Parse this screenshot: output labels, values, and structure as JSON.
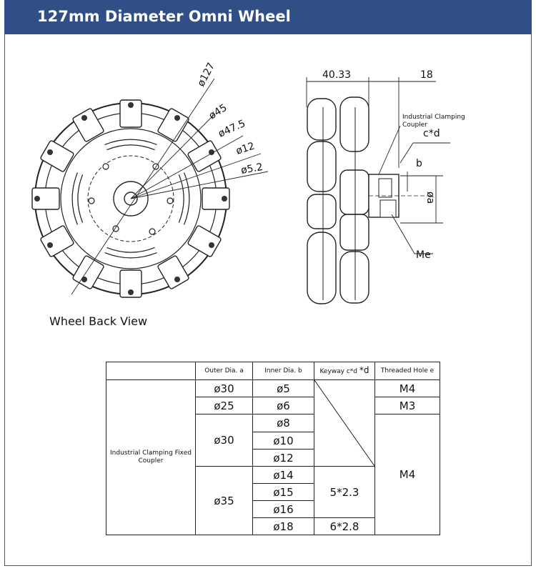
{
  "header": {
    "title": "127mm Diameter Omni Wheel"
  },
  "back_view": {
    "caption": "Wheel Back View",
    "dims": {
      "d127": "ø127",
      "d45": "ø45",
      "d47_5": "ø47.5",
      "d12": "ø12",
      "d5_2": "ø5.2"
    }
  },
  "side_view": {
    "dim_width": "40.33",
    "dim_hub": "18",
    "coupler_label": "Industrial Clamping Coupler",
    "keyway_label": "c*d",
    "b_label": "b",
    "a_label": "øa",
    "me_label": "Me"
  },
  "table": {
    "headers": {
      "outer": "Outer Dia. a",
      "inner": "Inner Dia. b",
      "keyway": "Keyway c*d",
      "keyway_extra": "*d",
      "threaded": "Threaded Hole e"
    },
    "row_label": "Industrial Clamping Fixed Coupler",
    "rows": [
      {
        "outer": "ø30",
        "inner": "ø5",
        "threaded": "M4"
      },
      {
        "outer": "ø25",
        "inner": "ø6",
        "threaded": "M3"
      },
      {
        "outer": "ø30",
        "inner": [
          "ø8",
          "ø10",
          "ø12"
        ]
      },
      {
        "outer": "ø35",
        "inner": [
          "ø14",
          "ø15",
          "ø16",
          "ø18"
        ]
      }
    ],
    "threaded_group": "M4",
    "keyway_a": "5*2.3",
    "keyway_b": "6*2.8"
  }
}
